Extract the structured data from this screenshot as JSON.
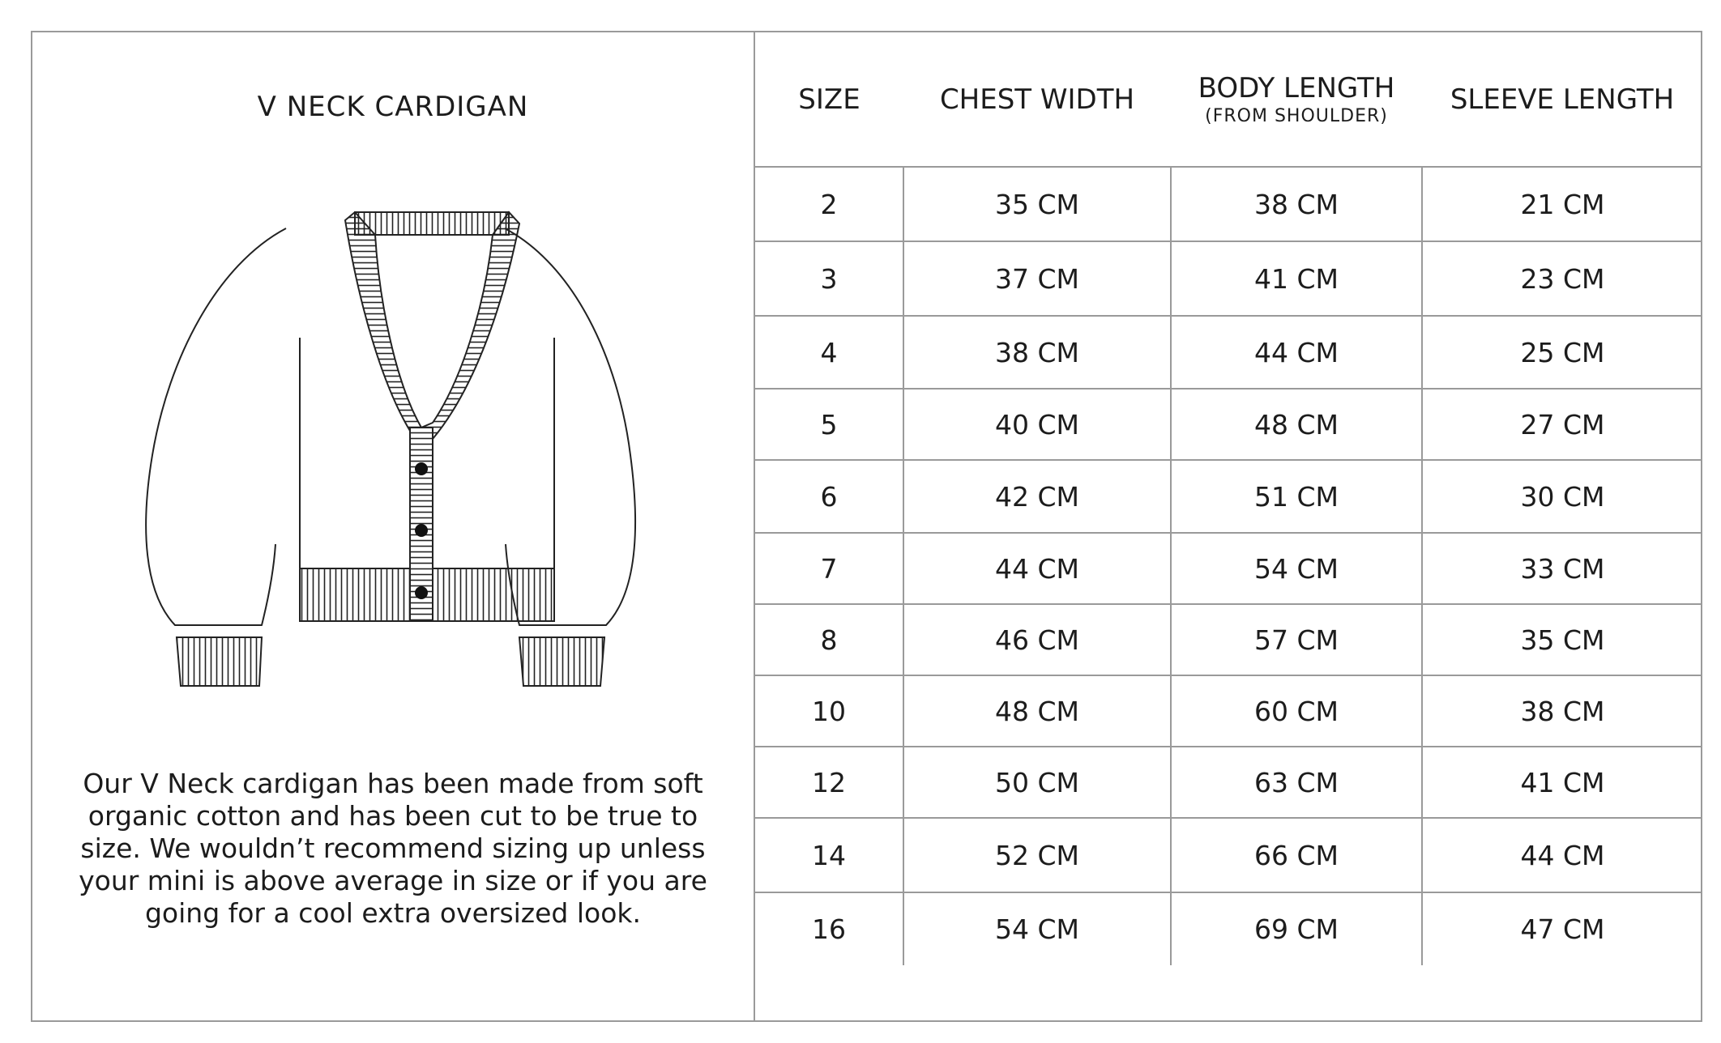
{
  "product": {
    "title": "V NECK CARDIGAN",
    "description": "Our V Neck cardigan has been made from soft organic cotton and has been cut to be true to size. We wouldn’t recommend sizing up unless your mini is above average in size or if you are going for a cool extra oversized look."
  },
  "table": {
    "headers": {
      "size": "SIZE",
      "chest": "CHEST WIDTH",
      "body": "BODY LENGTH",
      "body_sub": "(FROM SHOULDER)",
      "sleeve": "SLEEVE LENGTH"
    },
    "rows": [
      {
        "size": "2",
        "chest": "35 CM",
        "body": "38 CM",
        "sleeve": "21 CM"
      },
      {
        "size": "3",
        "chest": "37 CM",
        "body": "41 CM",
        "sleeve": "23 CM"
      },
      {
        "size": "4",
        "chest": "38 CM",
        "body": "44 CM",
        "sleeve": "25 CM"
      },
      {
        "size": "5",
        "chest": "40 CM",
        "body": "48 CM",
        "sleeve": "27 CM"
      },
      {
        "size": "6",
        "chest": "42 CM",
        "body": "51 CM",
        "sleeve": "30 CM"
      },
      {
        "size": "7",
        "chest": "44 CM",
        "body": "54 CM",
        "sleeve": "33 CM"
      },
      {
        "size": "8",
        "chest": "46 CM",
        "body": "57 CM",
        "sleeve": "35 CM"
      },
      {
        "size": "10",
        "chest": "48 CM",
        "body": "60 CM",
        "sleeve": "38 CM"
      },
      {
        "size": "12",
        "chest": "50 CM",
        "body": "63 CM",
        "sleeve": "41 CM"
      },
      {
        "size": "14",
        "chest": "52 CM",
        "body": "66 CM",
        "sleeve": "44 CM"
      },
      {
        "size": "16",
        "chest": "54 CM",
        "body": "69 CM",
        "sleeve": "47 CM"
      }
    ]
  }
}
